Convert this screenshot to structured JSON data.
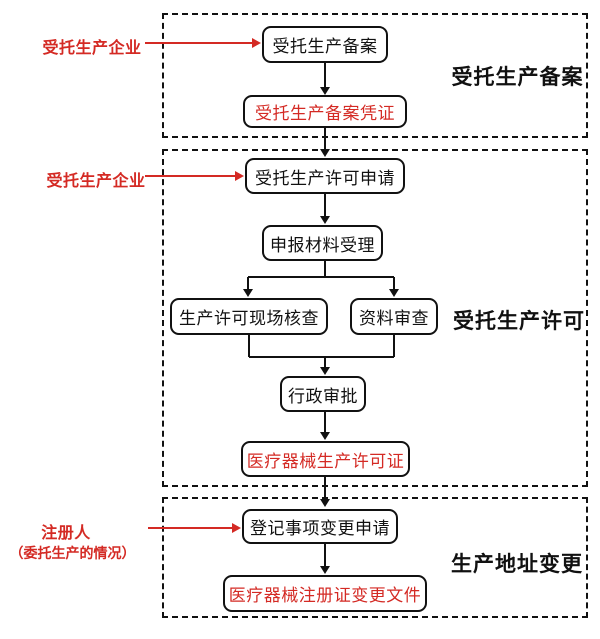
{
  "colors": {
    "accent_red": "#d42a24",
    "line_black": "#111111",
    "background": "#ffffff"
  },
  "sections": [
    {
      "label": "受托生产备案"
    },
    {
      "label": "受托生产许可"
    },
    {
      "label": "生产地址变更"
    }
  ],
  "annotations": [
    {
      "text": "受托生产企业"
    },
    {
      "text": "受托生产企业"
    },
    {
      "text": "注册人",
      "note": "（委托生产的情况）"
    }
  ],
  "nodes": {
    "filing_apply": {
      "label": "受托生产备案"
    },
    "filing_cert": {
      "label": "受托生产备案凭证"
    },
    "license_apply": {
      "label": "受托生产许可申请"
    },
    "material_accept": {
      "label": "申报材料受理"
    },
    "onsite_check": {
      "label": "生产许可现场核查"
    },
    "doc_review": {
      "label": "资料审查"
    },
    "admin_approval": {
      "label": "行政审批"
    },
    "production_license": {
      "label": "医疗器械生产许可证"
    },
    "change_apply": {
      "label": "登记事项变更申请"
    },
    "change_doc": {
      "label": "医疗器械注册证变更文件"
    }
  }
}
